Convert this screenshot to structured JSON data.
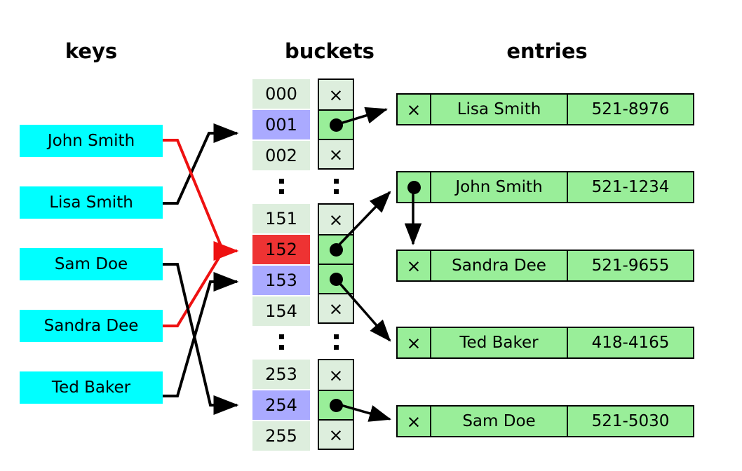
{
  "headers": {
    "keys": "keys",
    "buckets": "buckets",
    "entries": "entries"
  },
  "colors": {
    "key_fill": "#00ffff",
    "bucket_index_fill": "#ddeedd",
    "bucket_index_selected": "#aaaaff",
    "bucket_index_collision": "#ee3333",
    "slot_occupied": "#99ee99",
    "collision_link": "#ee1111",
    "normal_link": "#000000"
  },
  "keys": [
    {
      "label": "John Smith",
      "maps_to": "152",
      "link_color": "collision"
    },
    {
      "label": "Lisa Smith",
      "maps_to": "001",
      "link_color": "normal"
    },
    {
      "label": "Sam Doe",
      "maps_to": "254",
      "link_color": "normal"
    },
    {
      "label": "Sandra Dee",
      "maps_to": "152",
      "link_color": "collision"
    },
    {
      "label": "Ted Baker",
      "maps_to": "153",
      "link_color": "normal"
    }
  ],
  "bucket_groups": [
    {
      "rows": [
        {
          "index": "000",
          "state": "empty",
          "marker": "×",
          "highlight": "none"
        },
        {
          "index": "001",
          "state": "occupied",
          "marker": "dot",
          "highlight": "selected"
        },
        {
          "index": "002",
          "state": "empty",
          "marker": "×",
          "highlight": "none"
        }
      ]
    },
    {
      "rows": [
        {
          "index": "151",
          "state": "empty",
          "marker": "×",
          "highlight": "none"
        },
        {
          "index": "152",
          "state": "occupied",
          "marker": "dot",
          "highlight": "collision"
        },
        {
          "index": "153",
          "state": "occupied",
          "marker": "dot",
          "highlight": "selected"
        },
        {
          "index": "154",
          "state": "empty",
          "marker": "×",
          "highlight": "none"
        }
      ]
    },
    {
      "rows": [
        {
          "index": "253",
          "state": "empty",
          "marker": "×",
          "highlight": "none"
        },
        {
          "index": "254",
          "state": "occupied",
          "marker": "dot",
          "highlight": "selected"
        },
        {
          "index": "255",
          "state": "empty",
          "marker": "×",
          "highlight": "none"
        }
      ]
    }
  ],
  "ellipsis_marker": "⋮",
  "entries": [
    {
      "next": "null",
      "marker": "×",
      "name": "Lisa Smith",
      "phone": "521-8976"
    },
    {
      "next": "link",
      "marker": "dot",
      "name": "John Smith",
      "phone": "521-1234"
    },
    {
      "next": "null",
      "marker": "×",
      "name": "Sandra Dee",
      "phone": "521-9655"
    },
    {
      "next": "null",
      "marker": "×",
      "name": "Ted Baker",
      "phone": "418-4165"
    },
    {
      "next": "null",
      "marker": "×",
      "name": "Sam Doe",
      "phone": "521-5030"
    }
  ]
}
